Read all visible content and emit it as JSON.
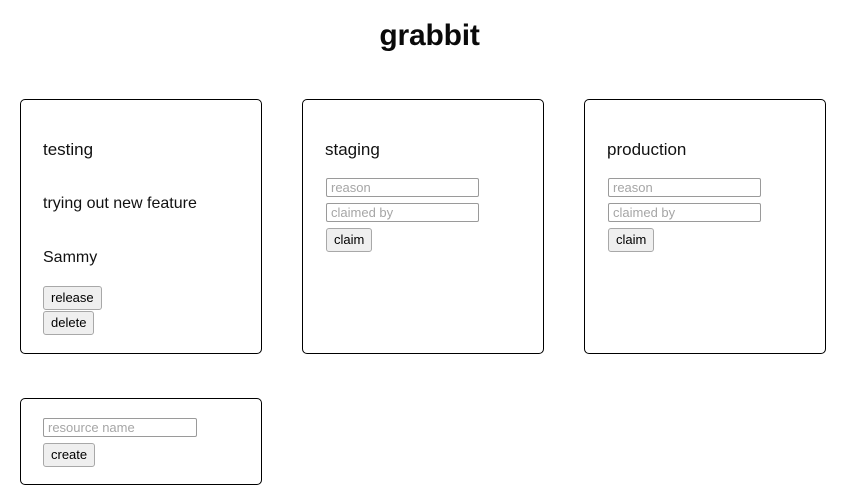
{
  "app": {
    "title": "grabbit"
  },
  "resources": [
    {
      "name": "testing",
      "claimed": true,
      "reason": "trying out new feature",
      "claimed_by": "Sammy",
      "release_label": "release",
      "delete_label": "delete"
    },
    {
      "name": "staging",
      "claimed": false,
      "reason_placeholder": "reason",
      "claimed_by_placeholder": "claimed by",
      "claim_label": "claim"
    },
    {
      "name": "production",
      "claimed": false,
      "reason_placeholder": "reason",
      "claimed_by_placeholder": "claimed by",
      "claim_label": "claim"
    }
  ],
  "create_form": {
    "name_placeholder": "resource name",
    "create_label": "create"
  },
  "colors": {
    "background": "#ffffff",
    "card_border": "#000000",
    "text": "#111111",
    "placeholder": "#a6a6a6",
    "button_background": "#efefef",
    "button_border": "#a8a8a8",
    "input_border": "#9a9a9a"
  }
}
